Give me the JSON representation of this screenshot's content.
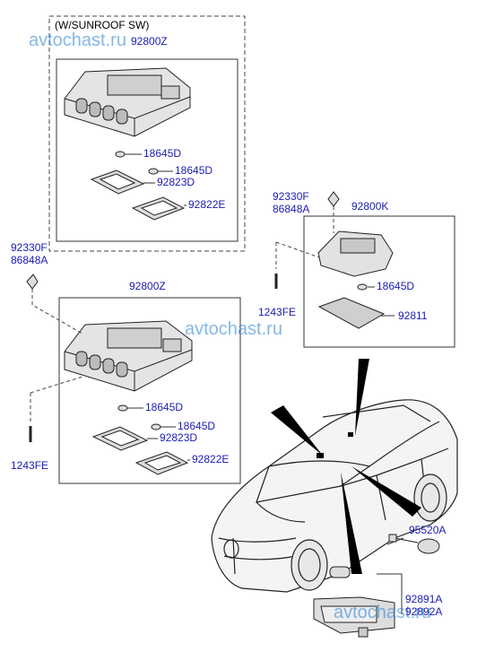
{
  "watermarks": [
    "avtochast.ru",
    "avtochast.ru",
    "avtochast.ru"
  ],
  "header": "(W/SUNROOF SW)",
  "labels": {
    "p92800z_top": "92800Z",
    "p18645d_a": "18645D",
    "p18645d_b": "18645D",
    "p92823d_a": "92823D",
    "p92822e_a": "92822E",
    "p92330f_left": "92330F",
    "p86848a_left": "86848A",
    "p92800z_mid": "92800Z",
    "p18645d_c": "18645D",
    "p18645d_d": "18645D",
    "p92823d_b": "92823D",
    "p92822e_b": "92822E",
    "p1243fe_left": "1243FE",
    "p92330f_right": "92330F",
    "p86848a_right": "86848A",
    "p92800k": "92800K",
    "p18645d_e": "18645D",
    "p92811": "92811",
    "p1243fe_right": "1243FE",
    "p95520a": "95520A",
    "p92891a": "92891A",
    "p92892a": "92892A"
  },
  "colors": {
    "label": "#1a1ab4",
    "line": "#222222",
    "dash": "#444444",
    "watermark": "#1f7dd6"
  }
}
